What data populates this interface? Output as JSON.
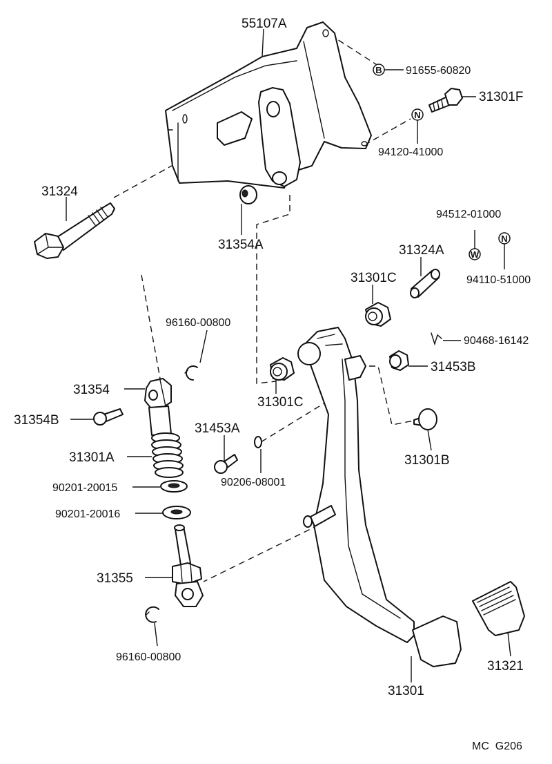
{
  "labels": {
    "p55107A": "55107A",
    "p91655": "91655-60820",
    "p31301F": "31301F",
    "p94120": "94120-41000",
    "p31324": "31324",
    "p31354A": "31354A",
    "p94512": "94512-01000",
    "p31324A": "31324A",
    "p94110": "94110-51000",
    "p31301C_top": "31301C",
    "p96160_top": "96160-00800",
    "p90468": "90468-16142",
    "p31354": "31354",
    "p31453B": "31453B",
    "p31301C_mid": "31301C",
    "p31354B": "31354B",
    "p31453A": "31453A",
    "p31301A": "31301A",
    "p31301B": "31301B",
    "p90201_20015": "90201-20015",
    "p90206": "90206-08001",
    "p90201_20016": "90201-20016",
    "p31355": "31355",
    "p96160_bot": "96160-00800",
    "p31301": "31301",
    "p31321": "31321"
  },
  "badges": {
    "b_B": "B",
    "b_N1": "N",
    "b_W": "W",
    "b_N2": "N"
  },
  "footer": {
    "code": "MC  G206"
  }
}
